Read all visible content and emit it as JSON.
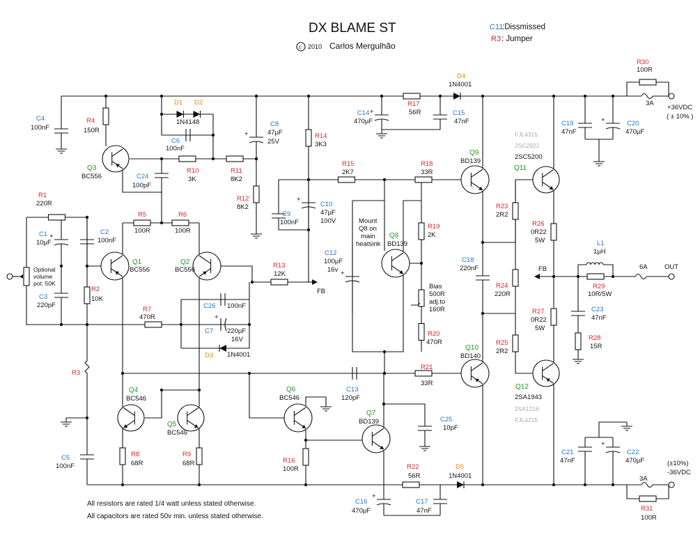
{
  "header": {
    "title": "DX BLAME ST",
    "copyright_year": "2010",
    "author": "Carlos Mergulhão",
    "legend": [
      {
        "ref": "C11",
        "text": ":Dissmissed"
      },
      {
        "ref": "R3",
        "text": ": Jumper"
      }
    ]
  },
  "notes": [
    "All resistors are rated 1/4 watt unless stated otherwise.",
    "All capacitors are rated 50v min. unless stated otherwise."
  ],
  "colors": {
    "capacitor_ref": "#2277cc",
    "resistor_ref": "#dd2222",
    "transistor_ref": "#229922",
    "diode_ref": "#ee8800",
    "alternate_part": "#aaaaaa"
  },
  "labels": {
    "pos_supply": "+36VDC",
    "pos_tol": "( ± 10% )",
    "neg_tol": "(±10%)",
    "neg_supply": "-36VDC",
    "out": "OUT",
    "out_fuse": "6A",
    "fuse_pos": "3A",
    "fuse_neg": "3A",
    "fb_in": "FB",
    "fb_out": "FB",
    "volume_pot": [
      "Optional",
      "volume",
      "pot: 50K"
    ],
    "q8_mount": [
      "Mount",
      "Q8 on",
      "main",
      "heatsink"
    ],
    "bias": [
      "Bias",
      "500R",
      "adj.to",
      "160R"
    ],
    "q11_alts": [
      "FJL4315",
      "2SC2922"
    ],
    "q12_alts": [
      "2SA1216",
      "FJL4215"
    ]
  },
  "parts": {
    "R1": {
      "ref": "R1",
      "value": "220R"
    },
    "R2": {
      "ref": "R2",
      "value": "10K"
    },
    "R3": {
      "ref": "R3"
    },
    "R4": {
      "ref": "R4",
      "value": "150R"
    },
    "R5": {
      "ref": "R5",
      "value": "100R"
    },
    "R6": {
      "ref": "R6",
      "value": "100R"
    },
    "R7": {
      "ref": "R7",
      "value": "470R"
    },
    "R8": {
      "ref": "R8",
      "value": "68R"
    },
    "R9": {
      "ref": "R9",
      "value": "68R"
    },
    "R10": {
      "ref": "R10",
      "value": "3K"
    },
    "R11": {
      "ref": "R11",
      "value": "8K2"
    },
    "R12": {
      "ref": "R12",
      "value": "8K2"
    },
    "R13": {
      "ref": "R13",
      "value": "12K"
    },
    "R14": {
      "ref": "R14",
      "value": "3K3"
    },
    "R15": {
      "ref": "R15",
      "value": "2K7"
    },
    "R16": {
      "ref": "R16",
      "value": "100R"
    },
    "R17": {
      "ref": "R17",
      "value": "56R"
    },
    "R18": {
      "ref": "R18",
      "value": "33R"
    },
    "R19": {
      "ref": "R19",
      "value": "2K"
    },
    "R20": {
      "ref": "R20",
      "value": "470R"
    },
    "R21": {
      "ref": "R21",
      "value": "33R"
    },
    "R22": {
      "ref": "R22",
      "value": "56R"
    },
    "R23": {
      "ref": "R23",
      "value": "2R2"
    },
    "R24": {
      "ref": "R24",
      "value": "220R"
    },
    "R25": {
      "ref": "R25",
      "value": "2R2"
    },
    "R26": {
      "ref": "R26",
      "value": "0R22",
      "rating": "5W"
    },
    "R27": {
      "ref": "R27",
      "value": "0R22",
      "rating": "5W"
    },
    "R28": {
      "ref": "R28",
      "value": "15R"
    },
    "R29": {
      "ref": "R29",
      "value": "10R/5W"
    },
    "R30": {
      "ref": "R30",
      "value": "100R"
    },
    "R31": {
      "ref": "R31",
      "value": "100R"
    },
    "C1": {
      "ref": "C1",
      "value": "10µF"
    },
    "C2": {
      "ref": "C2",
      "value": "100nF"
    },
    "C3": {
      "ref": "C3",
      "value": "220pF"
    },
    "C4": {
      "ref": "C4",
      "value": "100nF"
    },
    "C5": {
      "ref": "C5",
      "value": "100nF"
    },
    "C6": {
      "ref": "C6",
      "value": "100nF"
    },
    "C7": {
      "ref": "C7",
      "value": "220µF",
      "rating": "16V"
    },
    "C8": {
      "ref": "C8",
      "value": "47µF",
      "rating": "25V"
    },
    "C9": {
      "ref": "C9",
      "value": "100nF"
    },
    "C10": {
      "ref": "C10",
      "value": "47µF",
      "rating": "100V"
    },
    "C12": {
      "ref": "C12",
      "value": "100µF",
      "rating": "16v"
    },
    "C13": {
      "ref": "C13",
      "value": "120pF"
    },
    "C14": {
      "ref": "C14",
      "value": "470µF"
    },
    "C15": {
      "ref": "C15",
      "value": "47nF"
    },
    "C16": {
      "ref": "C16",
      "value": "470µF"
    },
    "C17": {
      "ref": "C17",
      "value": "47nF"
    },
    "C18": {
      "ref": "C18",
      "value": "220nF"
    },
    "C19": {
      "ref": "C19",
      "value": "47nF"
    },
    "C20": {
      "ref": "C20",
      "value": "470µF"
    },
    "C21": {
      "ref": "C21",
      "value": "47nF"
    },
    "C22": {
      "ref": "C22",
      "value": "470µF"
    },
    "C23": {
      "ref": "C23",
      "value": "47nF"
    },
    "C24": {
      "ref": "C24",
      "value": "100pF"
    },
    "C25": {
      "ref": "C25",
      "value": "10pF"
    },
    "C26": {
      "ref": "C26",
      "value": "100nF"
    },
    "D1": {
      "ref": "D1"
    },
    "D2": {
      "ref": "D2",
      "value": "1N4148"
    },
    "D3": {
      "ref": "D3",
      "value": "1N4001"
    },
    "D4": {
      "ref": "D4",
      "value": "1N4001"
    },
    "D5": {
      "ref": "D5",
      "value": "1N4001"
    },
    "L1": {
      "ref": "L1",
      "value": "1µH"
    },
    "Q1": {
      "ref": "Q1",
      "value": "BC556"
    },
    "Q2": {
      "ref": "Q2",
      "value": "BC556"
    },
    "Q3": {
      "ref": "Q3",
      "value": "BC556"
    },
    "Q4": {
      "ref": "Q4",
      "value": "BC546"
    },
    "Q5": {
      "ref": "Q5",
      "value": "BC546"
    },
    "Q6": {
      "ref": "Q6",
      "value": "BC546"
    },
    "Q7": {
      "ref": "Q7",
      "value": "BD139"
    },
    "Q8": {
      "ref": "Q8",
      "value": "BD139"
    },
    "Q9": {
      "ref": "Q9",
      "value": "BD139"
    },
    "Q10": {
      "ref": "Q10",
      "value": "BD140"
    },
    "Q11": {
      "ref": "Q11",
      "value": "2SC5200"
    },
    "Q12": {
      "ref": "Q12",
      "value": "2SA1943"
    }
  }
}
